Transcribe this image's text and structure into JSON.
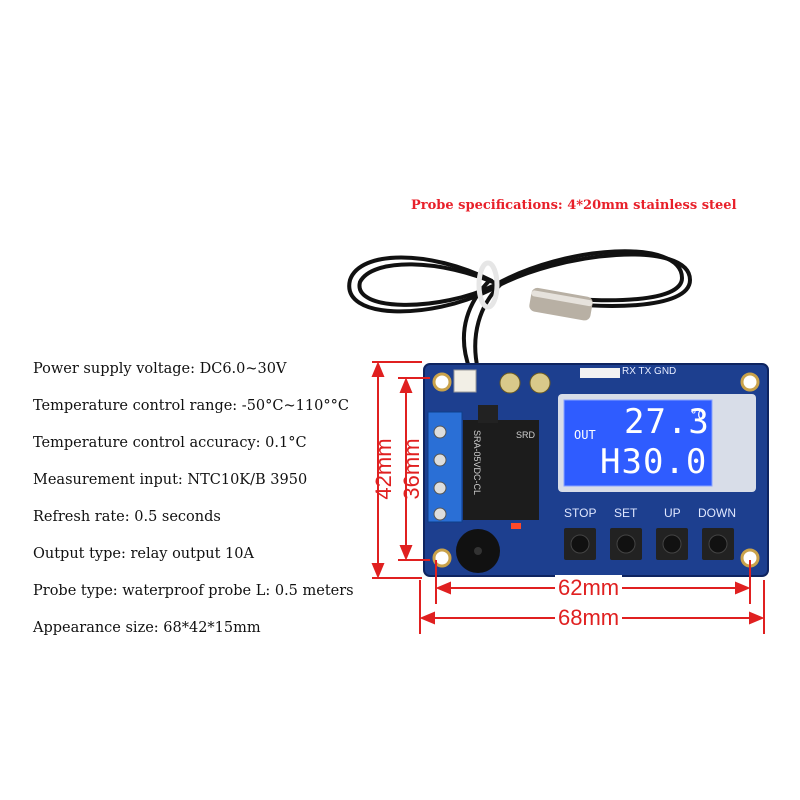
{
  "probe_spec": "Probe specifications: 4*20mm stainless steel",
  "specs": [
    "Power supply voltage: DC6.0~30V",
    "Temperature control range: -50°C~110°°C",
    "Temperature control accuracy: 0.1°C",
    "Measurement input: NTC10K/B 3950",
    "Refresh rate: 0.5 seconds",
    "Output type: relay output 10A",
    "Probe type: waterproof probe L: 0.5 meters",
    "Appearance size: 68*42*15mm"
  ],
  "dimensions": {
    "height_outer": "42mm",
    "height_inner": "36mm",
    "width_inner": "62mm",
    "width_outer": "68mm"
  },
  "board": {
    "header_label": "RX TX GND",
    "relay_text": "SRA-05VDC-CL",
    "relay_brand": "SRD",
    "lcd": {
      "out_label": "OUT",
      "temperature": "27.3",
      "unit": "°C",
      "setpoint": "H30.0"
    },
    "buttons": [
      "STOP",
      "SET",
      "UP",
      "DOWN"
    ]
  },
  "colors": {
    "accent_red": "#e8202a",
    "pcb_blue": "#1d3f8f",
    "lcd_blue": "#2f5cff"
  }
}
